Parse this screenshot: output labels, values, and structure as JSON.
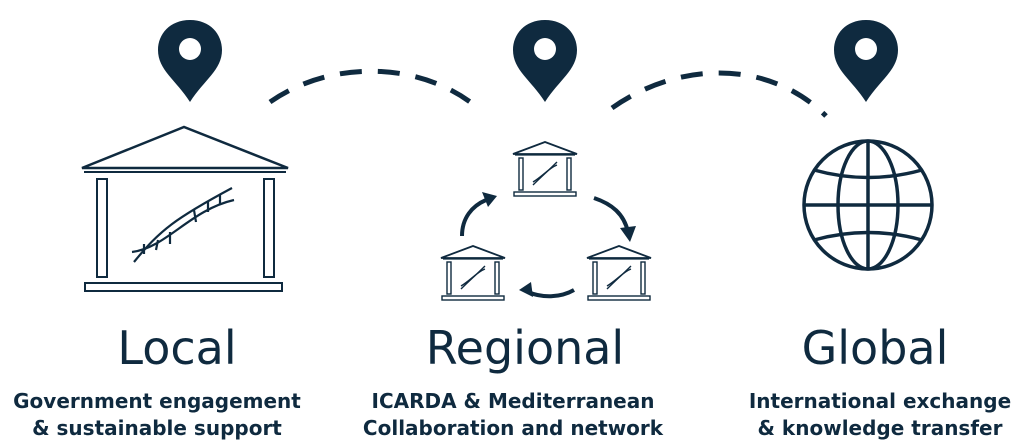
{
  "colors": {
    "ink": "#0f2a3f",
    "background": "#ffffff"
  },
  "levels": [
    {
      "title": "Local",
      "icon": "gene-bank-building-icon",
      "lines": [
        "Government engagement",
        "& sustainable support"
      ]
    },
    {
      "title": "Regional",
      "icon": "gene-bank-network-cycle-icon",
      "lines": [
        "ICARDA & Mediterranean",
        "Collaboration and network"
      ]
    },
    {
      "title": "Global",
      "icon": "globe-icon",
      "lines": [
        "International exchange",
        "& knowledge transfer"
      ]
    }
  ]
}
